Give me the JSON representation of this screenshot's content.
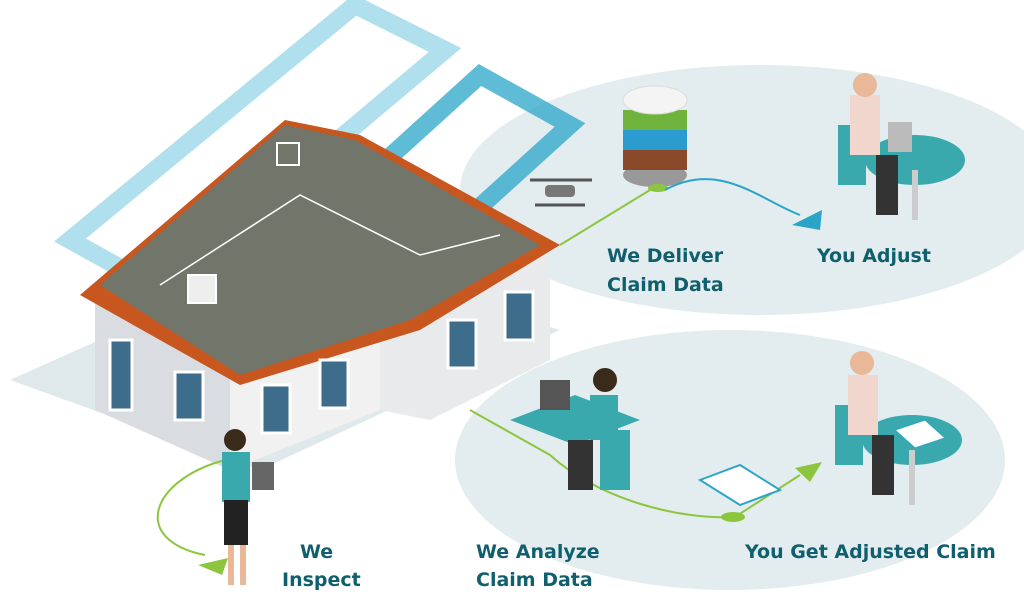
{
  "steps": {
    "inspect": {
      "line1": "We",
      "line2": "Inspect"
    },
    "deliver": {
      "line1": "We  Deliver",
      "line2": "Claim  Data"
    },
    "adjust": {
      "line1": "You Adjust"
    },
    "analyze": {
      "line1": "We Analyze",
      "line2": "Claim  Data"
    },
    "adjusted_claim": {
      "line1": "You Get Adjusted Claim"
    }
  },
  "colors": {
    "text": "#0f5f6e",
    "platform": "#e3ecee",
    "teal": "#3aa9ad",
    "roof": "#c8561f",
    "scan_blue": "#2aa5c8",
    "flow_green": "#8cc63f"
  }
}
